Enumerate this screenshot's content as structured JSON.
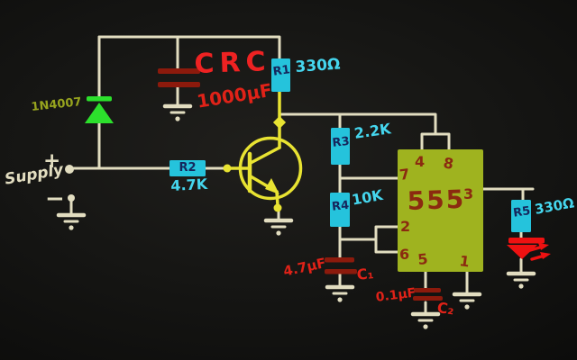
{
  "colors": {
    "background": "#161614",
    "wire": "#e2ddc0",
    "transistor_yellow": "#e8e332",
    "resistor_box_cyan": "#25c3dc",
    "value_text_cyan": "#45d6ee",
    "red_text": "#e02218",
    "capacitor_plate_dark_red": "#8c1a0c",
    "diode_green": "#2ce02c",
    "diode_label_olive": "#97a41e",
    "ic_fill": "#9fb31f",
    "ic_text": "#8b2a10",
    "led_red": "#ee1111"
  },
  "supply": {
    "label": "Supply",
    "plus": "+",
    "minus": "−"
  },
  "diode": {
    "label": "1N4007"
  },
  "watermark": {
    "text": "CRC"
  },
  "capacitors": {
    "main": {
      "value": "1000μF"
    },
    "c1": {
      "value": "4.7μF",
      "ref": "C₁"
    },
    "c2": {
      "value": "0.1μF",
      "ref": "C₂"
    }
  },
  "resistors": {
    "r1": {
      "ref": "R1",
      "value": "330Ω"
    },
    "r2": {
      "ref": "R2",
      "value": "4.7K"
    },
    "r3": {
      "ref": "R3",
      "value": "2.2K"
    },
    "r4": {
      "ref": "R4",
      "value": "10K"
    },
    "r5": {
      "ref": "R5",
      "value": "330Ω"
    }
  },
  "ic": {
    "name": "555",
    "pins": {
      "p7": "7",
      "p4": "4",
      "p8": "8",
      "p3": "3",
      "p2": "2",
      "p6": "6",
      "p5": "5",
      "p1": "1"
    }
  }
}
